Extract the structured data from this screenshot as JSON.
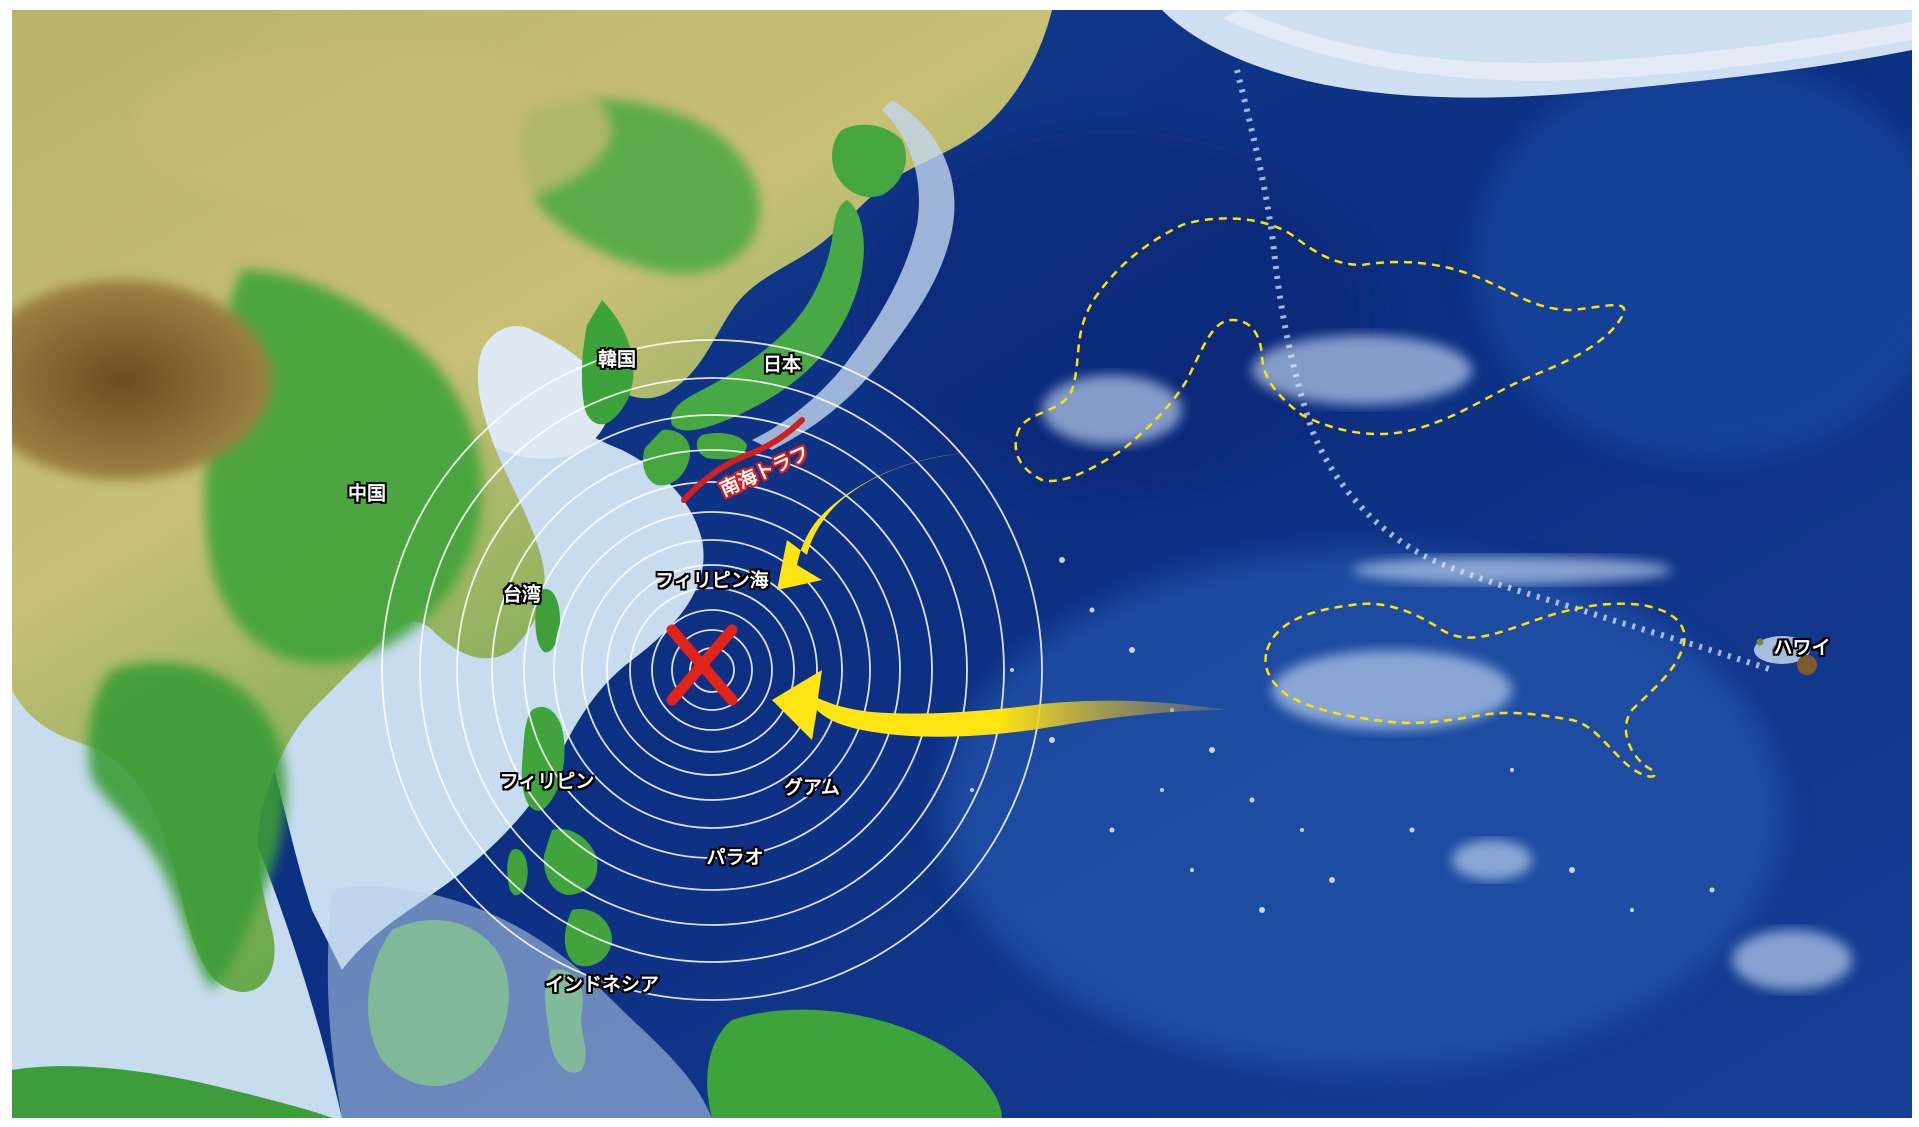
{
  "labels": {
    "korea": "韓国",
    "japan": "日本",
    "china": "中国",
    "nankai_trough": "南海トラフ",
    "philippine_sea": "フィリピン海",
    "taiwan": "台湾",
    "philippines": "フィリピン",
    "guam": "グアム",
    "palau": "パラオ",
    "indonesia": "インドネシア",
    "hawaii": "ハワイ"
  },
  "colors": {
    "ocean_deep": "#0c2f82",
    "ocean_mid": "#1d4fa6",
    "shelf": "#c9dcf0",
    "land_green": "#3fa63c",
    "land_yellow": "#c7bf6e",
    "land_brown": "#7a5a2a",
    "ring": "#ffffff",
    "arrow": "#ffe414",
    "epicenter_x": "#e2231a",
    "trough_line": "#d21e1e",
    "zone_outline": "#ffe100"
  },
  "icons": {
    "epicenter": "x-mark-icon",
    "arrows": "curved-arrow-icon"
  }
}
